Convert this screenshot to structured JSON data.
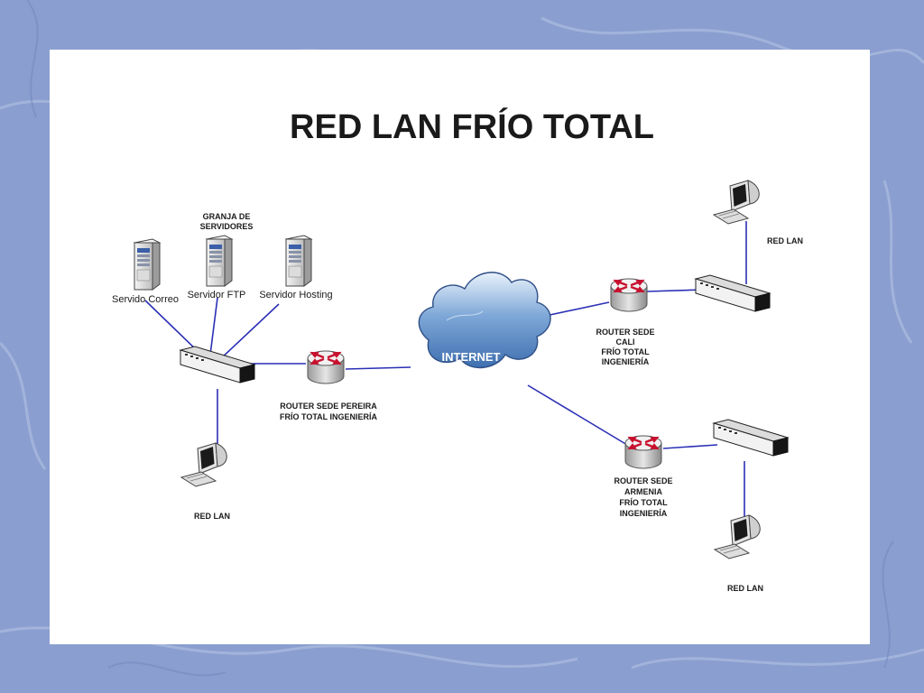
{
  "title": "RED LAN FRÍO TOTAL",
  "internet_label": "INTERNET",
  "server_farm": {
    "label_line1": "GRANJA DE",
    "label_line2": "SERVIDORES",
    "servers": [
      {
        "label": "Servido Correo"
      },
      {
        "label": "Servidor FTP"
      },
      {
        "label": "Servidor Hosting"
      }
    ]
  },
  "routers": {
    "pereira": {
      "lines": [
        "ROUTER SEDE PEREIRA",
        "FRÍO TOTAL INGENIERÍA"
      ]
    },
    "cali": {
      "lines": [
        "ROUTER SEDE",
        "CALI",
        "FRÍO TOTAL",
        "INGENIERÍA"
      ]
    },
    "armenia": {
      "lines": [
        "ROUTER SEDE",
        "ARMENIA",
        "FRÍO TOTAL",
        "INGENIERÍA"
      ]
    }
  },
  "lans": {
    "pereira": "RED LAN",
    "cali": "RED LAN",
    "armenia": "RED LAN"
  },
  "colors": {
    "link": "#2a2fb5",
    "router_arrows": "#c8102e",
    "cloud": "#5f8fc9",
    "background": "#8a9fcf"
  }
}
